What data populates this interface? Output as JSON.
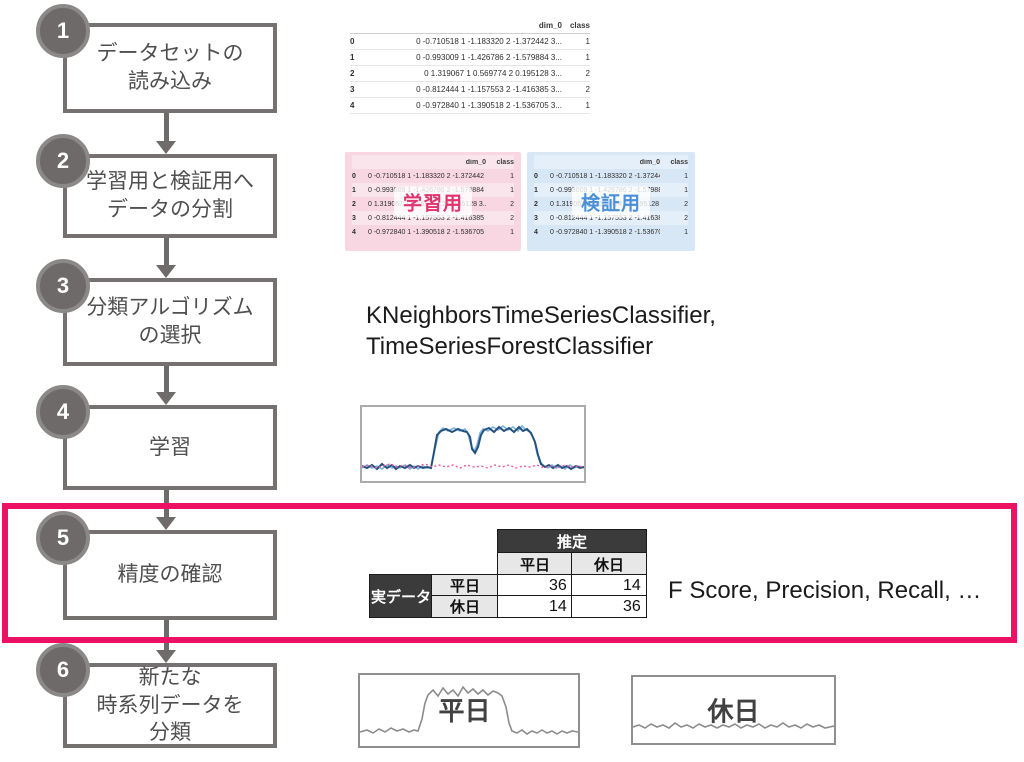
{
  "accent_colors": {
    "highlight_pink": "#ed1164",
    "train_label_pink": "#e0346f",
    "valid_label_blue": "#4a90d9",
    "flow_gray": "#6f6b6b"
  },
  "flowchart": {
    "steps": [
      {
        "number": "1",
        "lines": [
          "データセットの",
          "読み込み"
        ]
      },
      {
        "number": "2",
        "lines": [
          "学習用と検証用へ",
          "データの分割"
        ]
      },
      {
        "number": "3",
        "lines": [
          "分類アルゴリズム",
          "の選択"
        ]
      },
      {
        "number": "4",
        "lines": [
          "学習"
        ]
      },
      {
        "number": "5",
        "lines": [
          "精度の確認"
        ]
      },
      {
        "number": "6",
        "lines": [
          "新たな",
          "時系列データを",
          "分類"
        ]
      }
    ]
  },
  "dataset_table": {
    "headers": {
      "dim0": "dim_0",
      "cls": "class"
    },
    "rows": [
      {
        "idx": "0",
        "dim0": "0 -0.710518 1 -1.183320 2 -1.372442 3...",
        "cls": "1"
      },
      {
        "idx": "1",
        "dim0": "0 -0.993009 1 -1.426786 2 -1.579884 3...",
        "cls": "1"
      },
      {
        "idx": "2",
        "dim0": "0 1.319067 1 0.569774 2 0.195128 3...",
        "cls": "2"
      },
      {
        "idx": "3",
        "dim0": "0 -0.812444 1 -1.157553 2 -1.416385 3...",
        "cls": "2"
      },
      {
        "idx": "4",
        "dim0": "0 -0.972840 1 -1.390518 2 -1.536705 3...",
        "cls": "1"
      }
    ]
  },
  "split": {
    "train_label": "学習用",
    "valid_label": "検証用"
  },
  "algorithms": {
    "line1": "KNeighborsTimeSeriesClassifier,",
    "line2": "TimeSeriesForestClassifier"
  },
  "confusion_matrix": {
    "estimated_label": "推定",
    "actual_label": "実データ",
    "weekday": "平日",
    "holiday": "休日",
    "values": {
      "weekday_weekday": "36",
      "weekday_holiday": "14",
      "holiday_weekday": "14",
      "holiday_holiday": "36"
    }
  },
  "metrics_text": "F Score, Precision, Recall, …",
  "classify_examples": {
    "weekday_label": "平日",
    "holiday_label": "休日"
  }
}
